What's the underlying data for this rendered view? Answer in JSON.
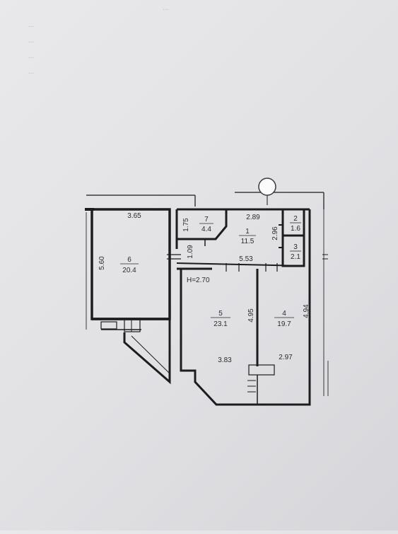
{
  "header_lines": [
    "...",
    "...",
    "...",
    "...",
    "..."
  ],
  "ceiling_height": "H=2.70",
  "rooms": [
    {
      "number": "1",
      "area": "11.5"
    },
    {
      "number": "2",
      "area": "1.6"
    },
    {
      "number": "3",
      "area": "2.1"
    },
    {
      "number": "4",
      "area": "19.7"
    },
    {
      "number": "5",
      "area": "23.1"
    },
    {
      "number": "6",
      "area": "20.4"
    },
    {
      "number": "7",
      "area": "4.4"
    }
  ],
  "dimensions": {
    "room6_width": "3.65",
    "room6_height": "5.60",
    "room7_height": "1.75",
    "corridor_width": "2.89",
    "room1_height": "2.96",
    "door_width": "1.09",
    "corridor_length": "5.53",
    "room5_height": "4.95",
    "room4_height": "4.94",
    "room5_width": "3.83",
    "room4_width": "2.97"
  }
}
